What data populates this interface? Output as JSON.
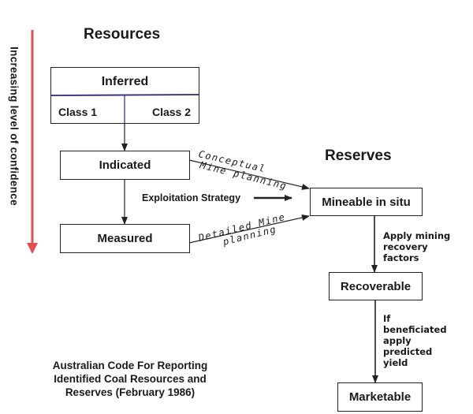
{
  "axis": {
    "label": "Increasing level of confidence",
    "arrow_color": "#e05050"
  },
  "headings": {
    "resources": "Resources",
    "reserves": "Reserves"
  },
  "resources": {
    "inferred": {
      "label": "Inferred",
      "classes": [
        "Class 1",
        "Class 2"
      ]
    },
    "indicated": "Indicated",
    "measured": "Measured"
  },
  "transitions": {
    "conceptual": [
      "Conceptual",
      "Mine planning"
    ],
    "detailed": [
      "Detailed Mine",
      "planning"
    ],
    "exploitation": "Exploitation Strategy"
  },
  "reserves": {
    "mineable": "Mineable in situ",
    "recovery_note": [
      "Apply mining",
      "recovery",
      "factors"
    ],
    "recoverable": "Recoverable",
    "yield_note": [
      "If",
      "beneficiated",
      "apply",
      "predicted",
      "yield"
    ],
    "marketable": "Marketable"
  },
  "caption": [
    "Australian Code For Reporting",
    "Identified Coal Resources and",
    "Reserves (February 1986)"
  ],
  "colors": {
    "line": "#222222",
    "divider": "#2a2a7a"
  }
}
